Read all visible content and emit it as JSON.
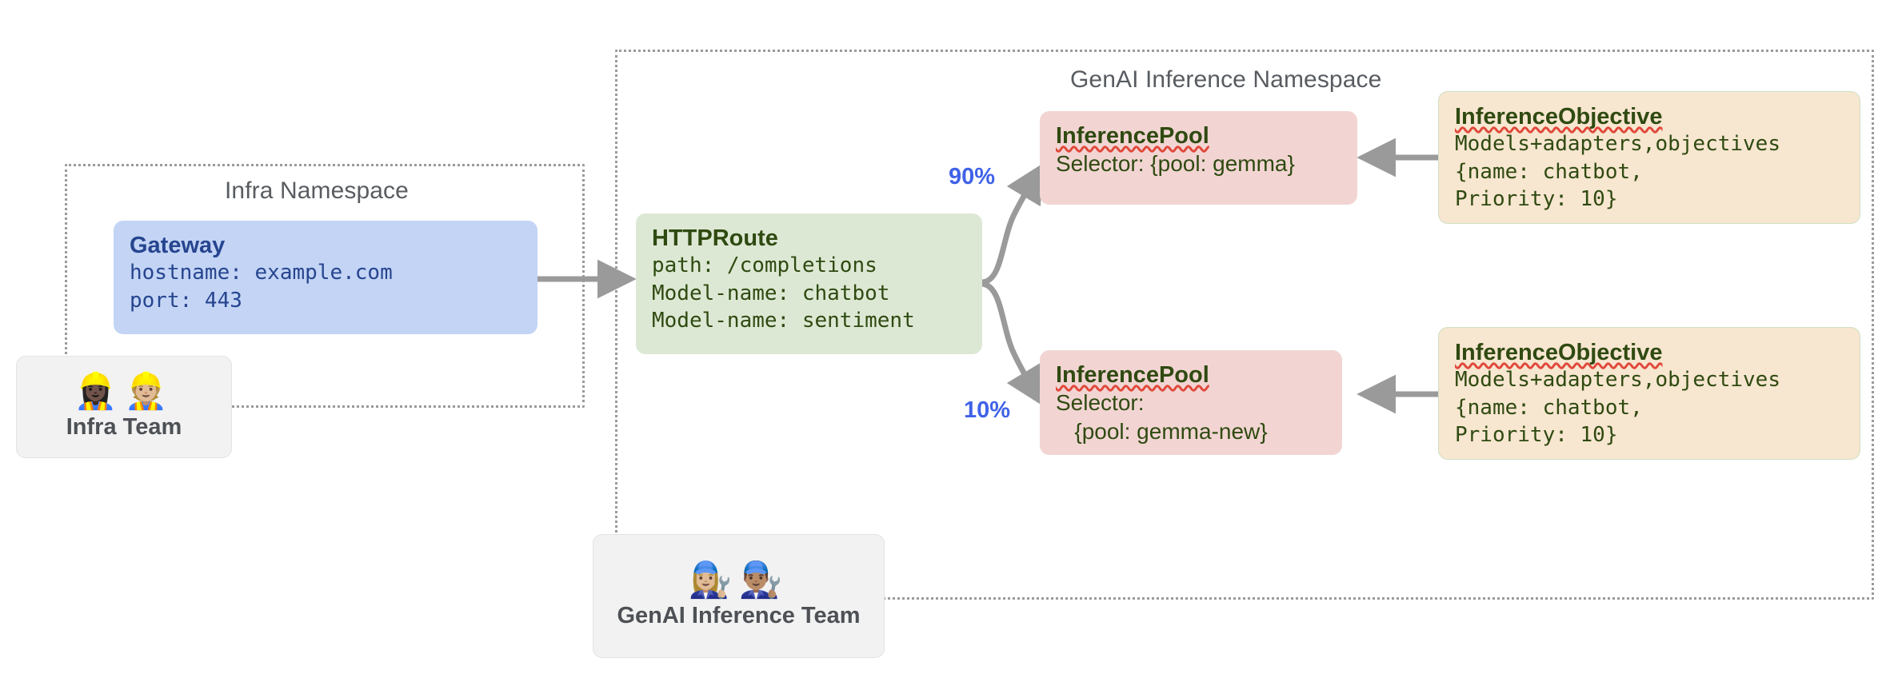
{
  "diagram": {
    "namespaces": [
      {
        "id": "infra",
        "label": "Infra Namespace"
      },
      {
        "id": "genai",
        "label": "GenAI Inference Namespace"
      }
    ],
    "nodes": {
      "gateway": {
        "title": "Gateway",
        "lines": [
          "hostname: example.com",
          "port: 443"
        ]
      },
      "httproute": {
        "title": "HTTPRoute",
        "lines": [
          "path: /completions",
          "Model-name: chatbot",
          "Model-name: sentiment"
        ]
      },
      "pool_gemma": {
        "title": "InferencePool",
        "lines": [
          "Selector: {pool: gemma}"
        ]
      },
      "pool_gemma_new": {
        "title": "InferencePool",
        "lines": [
          "Selector:",
          "   {pool: gemma-new}"
        ]
      },
      "objective_top": {
        "title": "InferenceObjective",
        "lines": [
          "Models+adapters,objectives",
          "{name: chatbot,",
          "Priority: 10}"
        ]
      },
      "objective_bottom": {
        "title": "InferenceObjective",
        "lines": [
          "Models+adapters,objectives",
          "{name: chatbot,",
          "Priority: 10}"
        ]
      }
    },
    "teams": [
      {
        "id": "infra-team",
        "name": "Infra Team",
        "emojis": "👷🏿‍♀️👷🏼"
      },
      {
        "id": "genai-team",
        "name": "GenAI Inference Team",
        "emojis": "👩🏼‍🔧👨🏽‍🔧"
      }
    ],
    "edge_labels": [
      {
        "id": "weight-90",
        "text": "90%"
      },
      {
        "id": "weight-10",
        "text": "10%"
      }
    ],
    "colors": {
      "gateway_fill": "#c3d4f5",
      "gateway_text": "#26458f",
      "httproute_fill": "#dde8d4",
      "pool_fill": "#f2d5d3",
      "objective_fill": "#f7e6d0",
      "node_text": "#2f4a11",
      "edge_label": "#3f62e8",
      "arrow": "#9a9a9a",
      "namespace_border": "#9a9a9a",
      "namespace_label": "#585c61",
      "team_fill": "#f2f2f2",
      "spellcheck_underline": "#e0483a"
    }
  }
}
